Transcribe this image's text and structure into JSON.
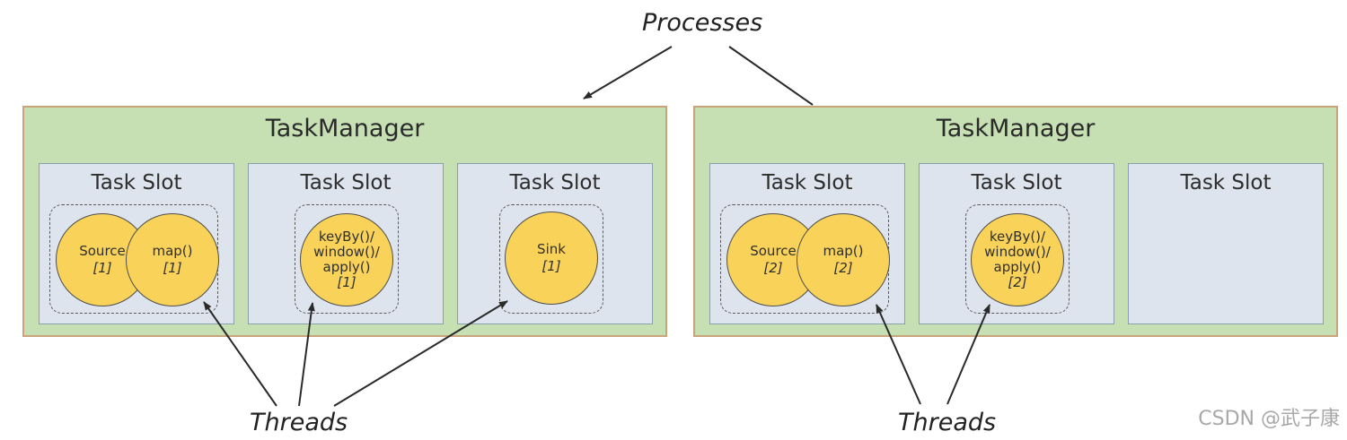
{
  "caption_top": "Processes",
  "caption_threads": "Threads",
  "watermark": "CSDN @武子康",
  "taskmanagers": [
    {
      "title": "TaskManager",
      "slots": [
        {
          "title": "Task Slot",
          "ops": [
            {
              "name": "Source",
              "index": "[1]"
            },
            {
              "name": "map()",
              "index": "[1]"
            }
          ]
        },
        {
          "title": "Task Slot",
          "ops": [
            {
              "name": "keyBy()/\nwindow()/\napply()",
              "index": "[1]"
            }
          ]
        },
        {
          "title": "Task Slot",
          "ops": [
            {
              "name": "Sink",
              "index": "[1]"
            }
          ]
        }
      ]
    },
    {
      "title": "TaskManager",
      "slots": [
        {
          "title": "Task Slot",
          "ops": [
            {
              "name": "Source",
              "index": "[2]"
            },
            {
              "name": "map()",
              "index": "[2]"
            }
          ]
        },
        {
          "title": "Task Slot",
          "ops": [
            {
              "name": "keyBy()/\nwindow()/\napply()",
              "index": "[2]"
            }
          ]
        },
        {
          "title": "Task Slot",
          "ops": []
        }
      ]
    }
  ],
  "colors": {
    "taskmanager_fill": "#c6e0b4",
    "taskmanager_border": "#c9a37a",
    "slot_fill": "#dde4ee",
    "operator_fill": "#f9d25a"
  }
}
